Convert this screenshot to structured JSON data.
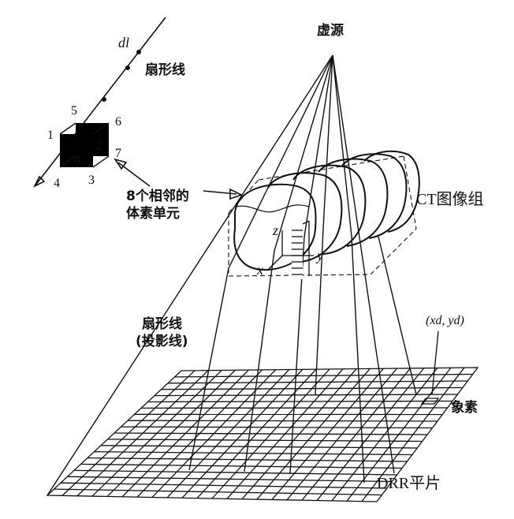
{
  "labels": {
    "source": "虚源",
    "dl": "dl",
    "fan_line_top": "扇形线",
    "cube_numbers": [
      "1",
      "2",
      "3",
      "4",
      "5",
      "6",
      "7",
      "8"
    ],
    "adjacent_voxels_line1": "8个相邻的",
    "adjacent_voxels_line2": "体素单元",
    "ct_group": "CT图像组",
    "axis_z": "z",
    "axis_x": "x",
    "axis_y": "y",
    "fan_line_bottom_1": "扇形线",
    "fan_line_bottom_2": "(投影线)",
    "pixel_coord": "(xd, yd)",
    "pixel": "象素",
    "drr": "DRR平片"
  }
}
